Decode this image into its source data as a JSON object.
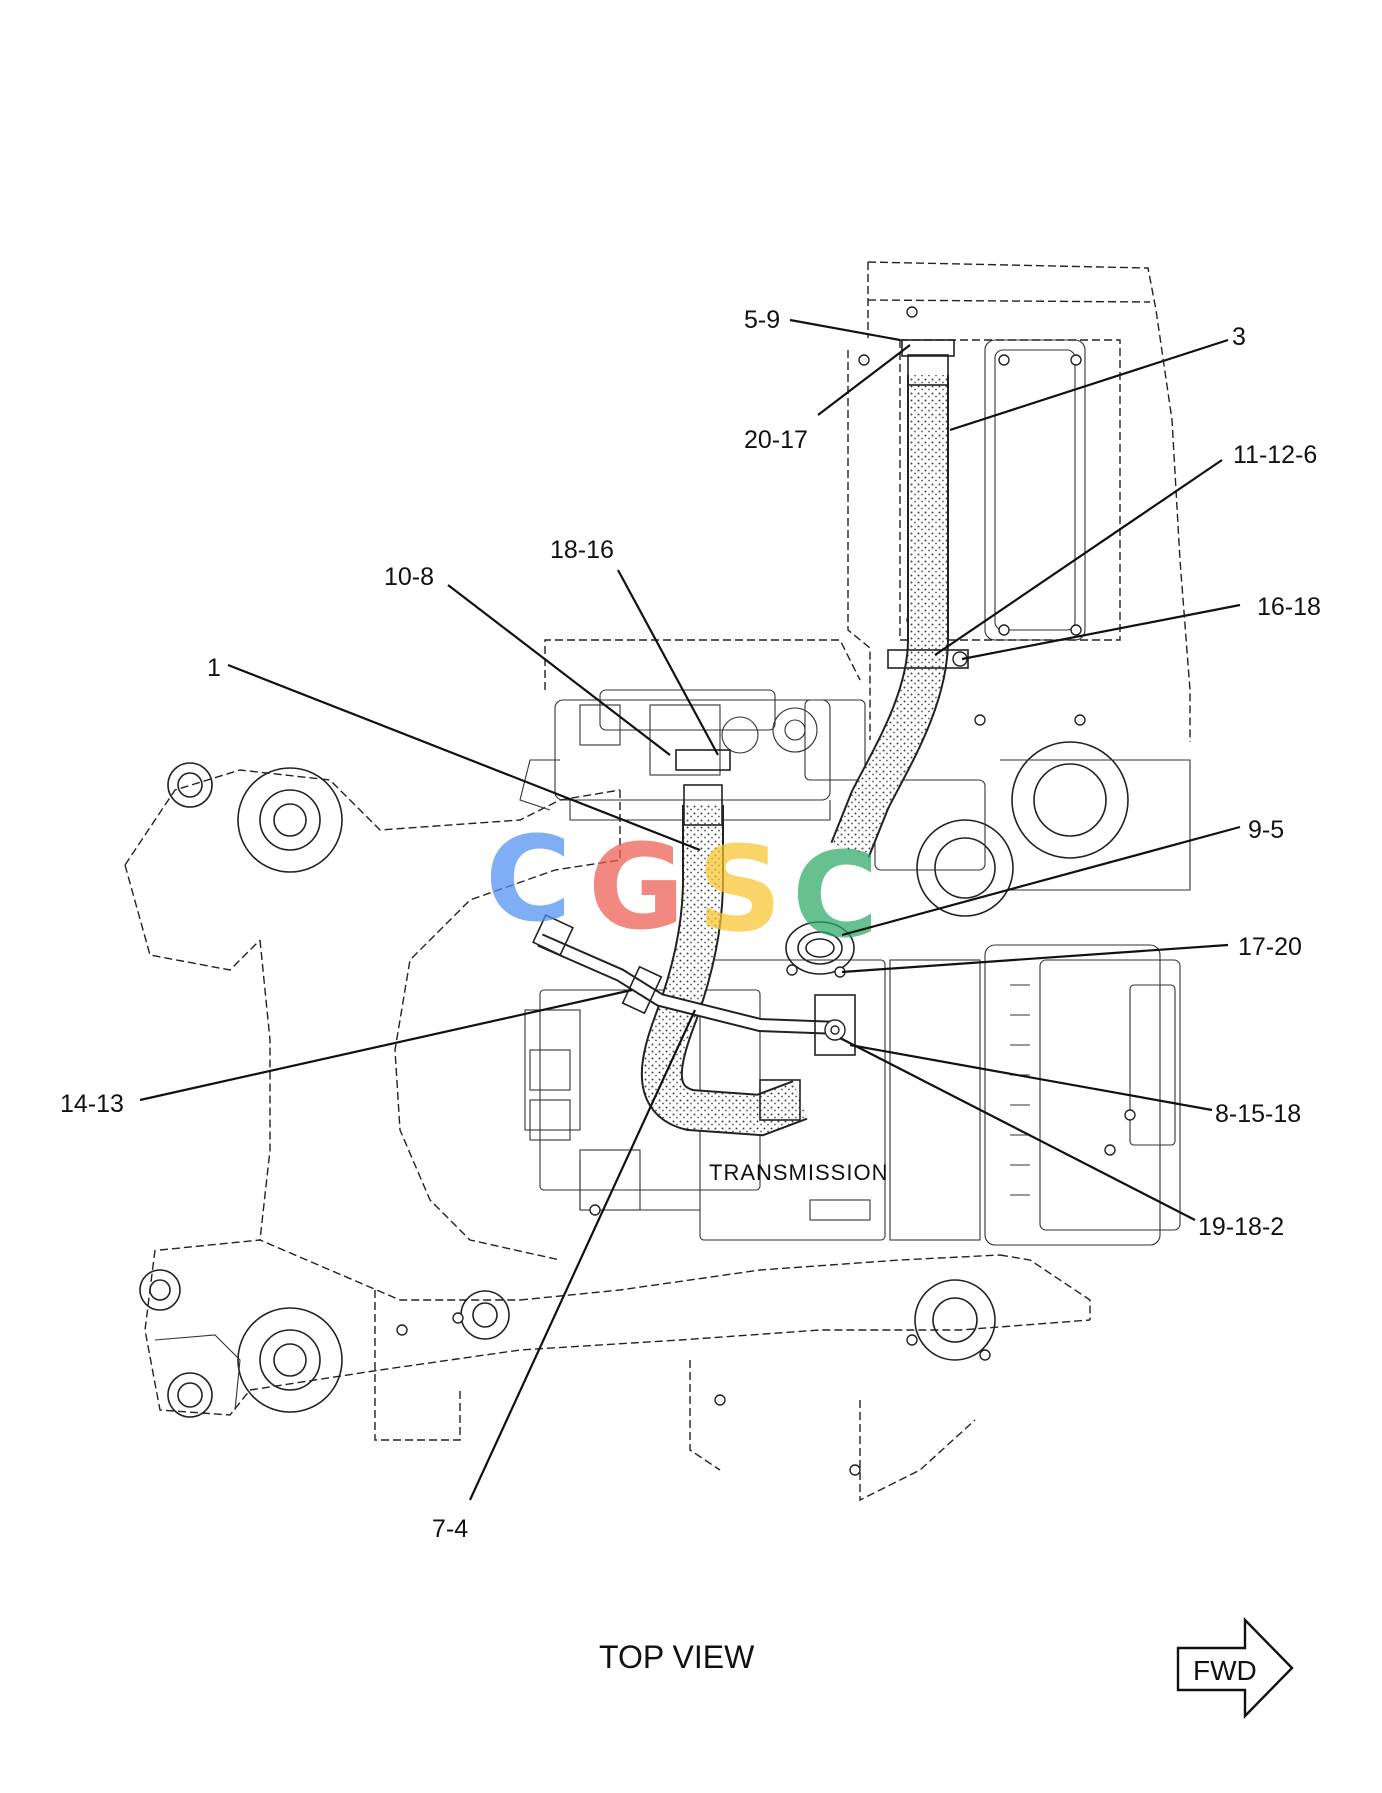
{
  "drawing": {
    "view_caption": "TOP VIEW",
    "transmission_label": "TRANSMISSION",
    "direction_arrow_label": "FWD"
  },
  "callouts": [
    {
      "id": "c-5-9",
      "text": "5-9"
    },
    {
      "id": "c-3",
      "text": "3"
    },
    {
      "id": "c-20-17",
      "text": "20-17"
    },
    {
      "id": "c-11-12-6",
      "text": "11-12-6"
    },
    {
      "id": "c-18-16",
      "text": "18-16"
    },
    {
      "id": "c-10-8",
      "text": "10-8"
    },
    {
      "id": "c-16-18",
      "text": "16-18"
    },
    {
      "id": "c-1",
      "text": "1"
    },
    {
      "id": "c-9-5",
      "text": "9-5"
    },
    {
      "id": "c-17-20",
      "text": "17-20"
    },
    {
      "id": "c-14-13",
      "text": "14-13"
    },
    {
      "id": "c-8-15-18",
      "text": "8-15-18"
    },
    {
      "id": "c-19-18-2",
      "text": "19-18-2"
    },
    {
      "id": "c-7-4",
      "text": "7-4"
    }
  ],
  "watermark": {
    "letters": [
      "C",
      "G",
      "S",
      "C"
    ],
    "colors": [
      "#4f8ff0",
      "#ee5d52",
      "#f7c52d",
      "#2ea866"
    ]
  }
}
